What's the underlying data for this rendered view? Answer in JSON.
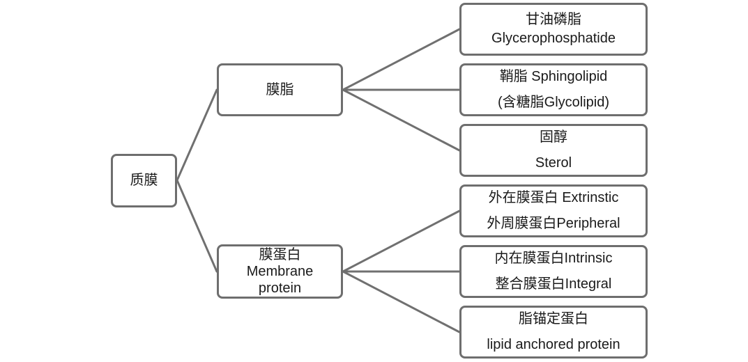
{
  "diagram": {
    "type": "tree",
    "line_color": "#707070",
    "border_color": "#6e6e6e",
    "root": {
      "lines": [
        "质膜"
      ]
    },
    "branches": [
      {
        "lines": [
          "膜脂"
        ],
        "children": [
          {
            "lines": [
              "甘油磷脂",
              "Glycerophosphatide"
            ]
          },
          {
            "lines": [
              "鞘脂 Sphingolipid",
              "(含糖脂Glycolipid)"
            ]
          },
          {
            "lines": [
              "固醇",
              "Sterol"
            ]
          }
        ]
      },
      {
        "lines": [
          "膜蛋白",
          "Membrane",
          "protein"
        ],
        "children": [
          {
            "lines": [
              "外在膜蛋白 Extrinstic",
              "外周膜蛋白Peripheral"
            ]
          },
          {
            "lines": [
              "内在膜蛋白Intrinsic",
              "整合膜蛋白Integral"
            ]
          },
          {
            "lines": [
              "脂锚定蛋白",
              "lipid anchored protein"
            ]
          }
        ]
      }
    ]
  }
}
